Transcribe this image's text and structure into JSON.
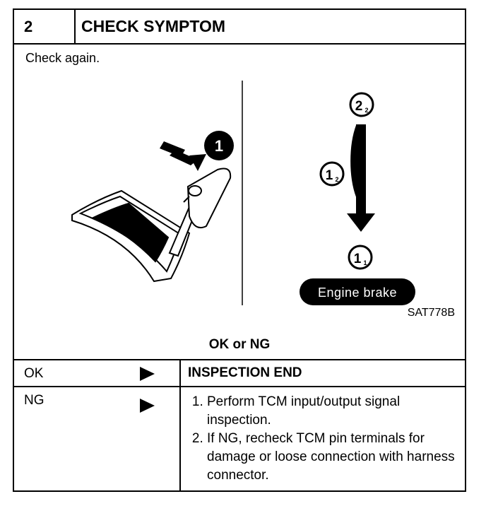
{
  "header": {
    "step_number": "2",
    "title": "CHECK SYMPTOM"
  },
  "instruction": "Check again.",
  "figure": {
    "callout_shift": "1",
    "positions": {
      "top": "2",
      "top_sub": "2",
      "middle": "1",
      "middle_sub": "2",
      "bottom": "1",
      "bottom_sub": "1"
    },
    "badge": "Engine brake",
    "code": "SAT778B"
  },
  "result_label": "OK or NG",
  "results": [
    {
      "label": "OK",
      "action": "INSPECTION END"
    },
    {
      "label": "NG",
      "steps": [
        "Perform TCM input/output signal inspection.",
        "If NG, recheck TCM pin terminals for damage or loose connection with harness connector."
      ]
    }
  ],
  "colors": {
    "ink": "#000000",
    "paper": "#ffffff"
  }
}
